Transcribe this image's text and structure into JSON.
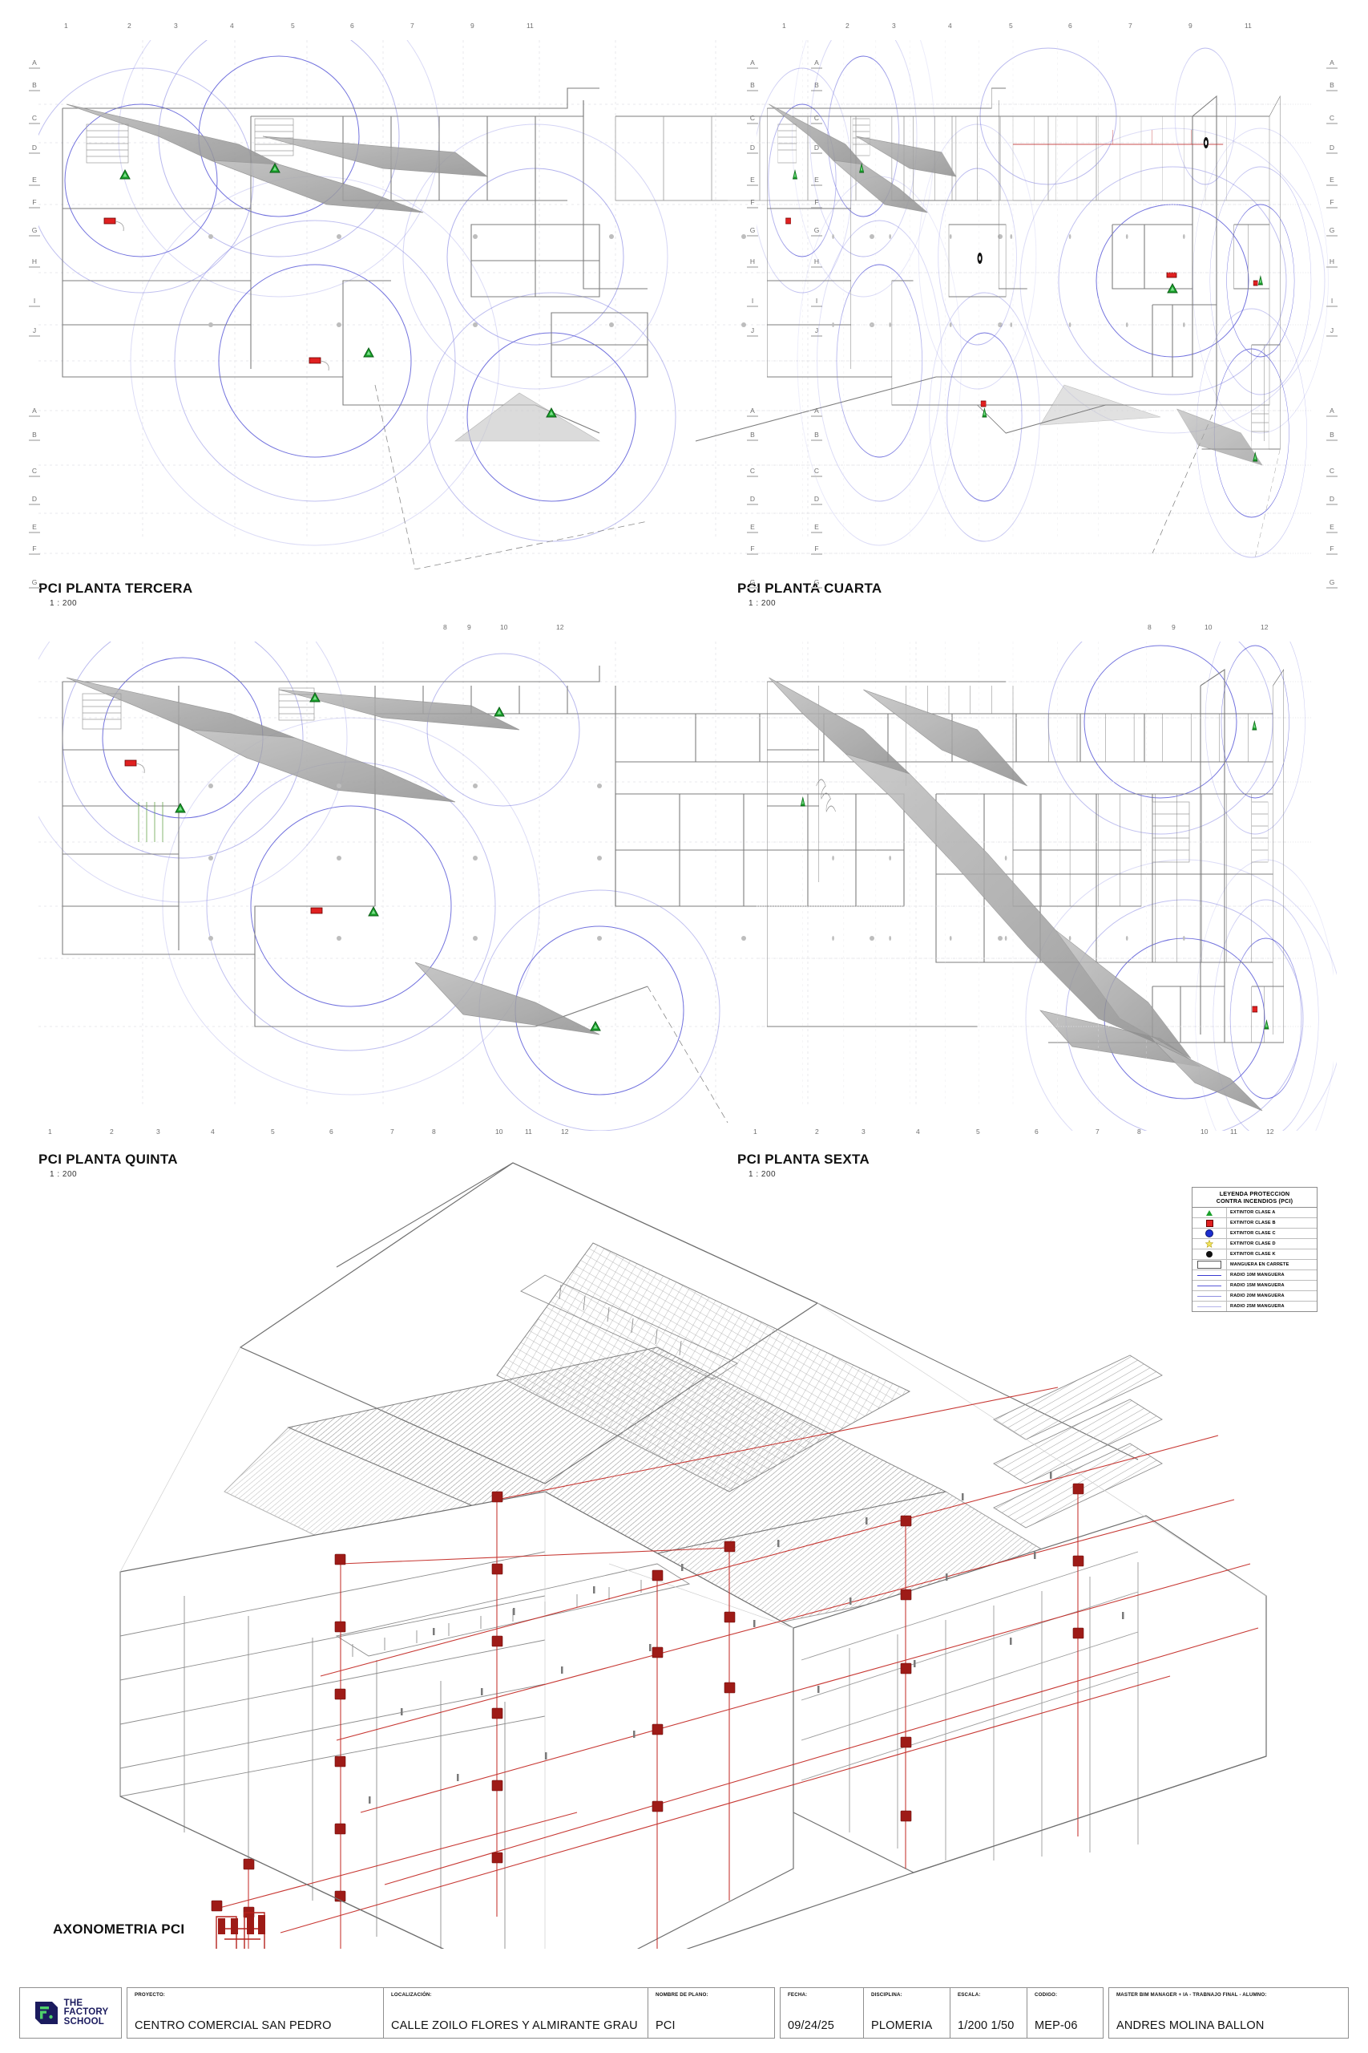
{
  "sheet": {
    "background": "#ffffff",
    "accent_red": "#e02020",
    "accent_green": "#1aa02a",
    "accent_blue": "#3a3ad0",
    "line_gray": "#8f8f8f"
  },
  "views": [
    {
      "id": "tercera",
      "title": "PCI PLANTA TERCERA",
      "scale": "1 : 200"
    },
    {
      "id": "cuarta",
      "title": "PCI PLANTA CUARTA",
      "scale": "1 : 200"
    },
    {
      "id": "quinta",
      "title": "PCI PLANTA QUINTA",
      "scale": "1 : 200"
    },
    {
      "id": "sexta",
      "title": "PCI PLANTA SEXTA",
      "scale": "1 : 200"
    },
    {
      "id": "axo",
      "title": "AXONOMETRIA PCI",
      "scale": ""
    }
  ],
  "grids": {
    "upper_rows": [
      "A",
      "B",
      "C",
      "D",
      "E",
      "F",
      "G",
      "H",
      "I",
      "J"
    ],
    "upper_cols": [
      "1",
      "2",
      "3",
      "4",
      "5",
      "6",
      "7",
      "9",
      "11"
    ],
    "upper_cols_right": [
      "8",
      "9",
      "10",
      "12"
    ],
    "lower_rows": [
      "A",
      "B",
      "C",
      "D",
      "E",
      "F",
      "G"
    ],
    "lower_cols": [
      "1",
      "2",
      "3",
      "4",
      "5",
      "6",
      "7",
      "8",
      "10",
      "11",
      "12"
    ]
  },
  "legend": {
    "title_line1": "LEYENDA PROTECCION",
    "title_line2": "CONTRA INCENDIOS (PCI)",
    "rows": [
      {
        "symbol": "triangle-green-icon",
        "label": "EXTINTOR CLASE A"
      },
      {
        "symbol": "square-red-icon",
        "label": "EXTINTOR CLASE B"
      },
      {
        "symbol": "circle-blue-icon",
        "label": "EXTINTOR CLASE C"
      },
      {
        "symbol": "star-yellow-icon",
        "label": "EXTINTOR CLASE D"
      },
      {
        "symbol": "circle-black-icon",
        "label": "EXTINTOR CLASE K"
      },
      {
        "symbol": "hose-box-icon",
        "label": "MANGUERA EN CARRETE"
      },
      {
        "symbol": "line-10m-icon",
        "label": "RADIO 10M MANGUERA"
      },
      {
        "symbol": "line-15m-icon",
        "label": "RADIO 15M MANGUERA"
      },
      {
        "symbol": "line-20m-icon",
        "label": "RADIO 20M MANGUERA"
      },
      {
        "symbol": "line-25m-icon",
        "label": "RADIO 25M MANGUERA"
      }
    ]
  },
  "titleblock": {
    "logo": {
      "line1": "THE",
      "line2": "FACTORY",
      "line3": "SCHOOL",
      "mark": "F."
    },
    "fields": [
      {
        "caption": "PROYECTO:",
        "value": "CENTRO COMERCIAL SAN PEDRO"
      },
      {
        "caption": "LOCALIZACIÓN:",
        "value": "CALLE ZOILO FLORES Y ALMIRANTE GRAU"
      },
      {
        "caption": "NOMBRE DE PLANO:",
        "value": "PCI"
      },
      {
        "caption": "FECHA:",
        "value": "09/24/25"
      },
      {
        "caption": "DISCIPLINA:",
        "value": "PLOMERIA"
      },
      {
        "caption": "ESCALA:",
        "value": "1/200 1/50"
      },
      {
        "caption": "CODIGO:",
        "value": "MEP-06"
      },
      {
        "caption": "MASTER BIM MANAGER + IA - TRABNAJO FINAL - ALUMNO:",
        "value": "ANDRES MOLINA BALLON"
      }
    ]
  }
}
